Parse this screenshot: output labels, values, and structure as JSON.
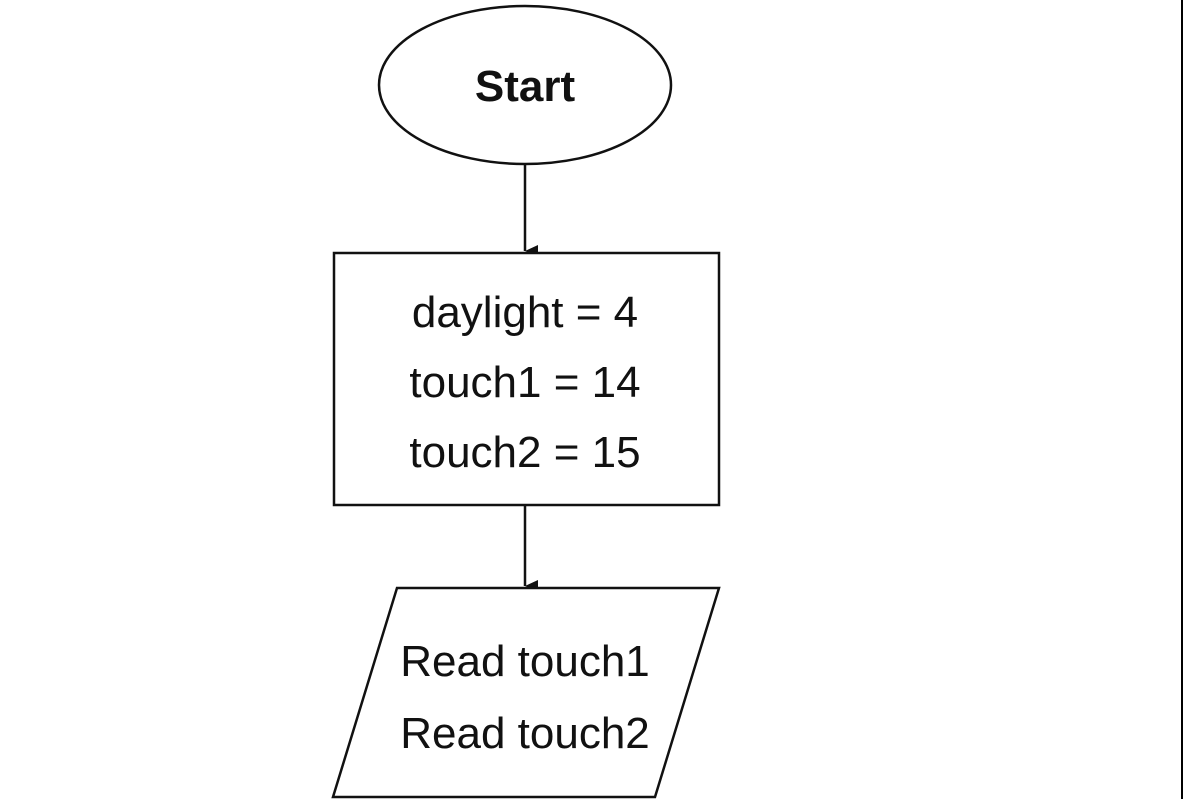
{
  "diagram": {
    "type": "flowchart",
    "start": {
      "shape": "ellipse",
      "label": "Start"
    },
    "process": {
      "shape": "rectangle",
      "lines": [
        "daylight = 4",
        "touch1 = 14",
        "touch2 = 15"
      ]
    },
    "input": {
      "shape": "parallelogram",
      "lines": [
        "Read touch1",
        "Read touch2"
      ]
    },
    "edges": [
      {
        "from": "Start",
        "to": "process"
      },
      {
        "from": "process",
        "to": "input"
      }
    ],
    "colors": {
      "stroke": "#111111",
      "text": "#111111",
      "background": "#ffffff"
    }
  }
}
